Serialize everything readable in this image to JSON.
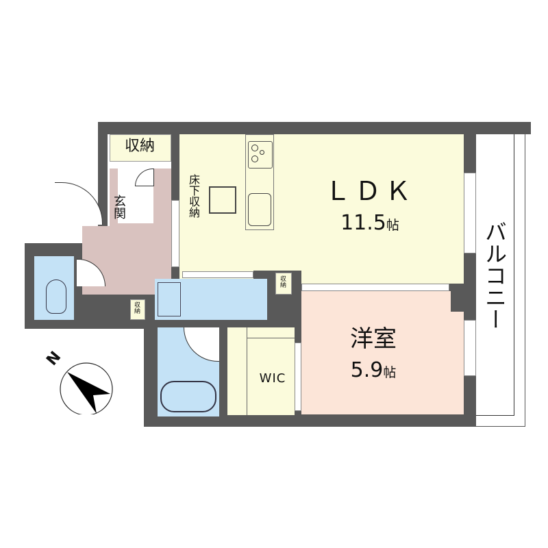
{
  "plan": {
    "rooms": {
      "ldk": {
        "name": "ＬＤＫ",
        "size": "11.5",
        "unit": "帖"
      },
      "yoshitsu": {
        "name": "洋室",
        "size": "5.9",
        "unit": "帖"
      },
      "genkan": {
        "name": "玄関"
      },
      "storage_top": {
        "name": "収納"
      },
      "underfloor": {
        "name": "床下収納"
      },
      "storage_small_1": {
        "name": "収納"
      },
      "storage_small_2": {
        "name": "収納"
      },
      "wic": {
        "name": "WIC"
      },
      "balcony": {
        "name": "バルコニー"
      }
    },
    "compass": {
      "label": "N"
    },
    "colors": {
      "wall": "#595959",
      "ldk": "#fbfbdc",
      "entrance": "#d9c2bf",
      "western_room": "#fce5d8",
      "wet_area": "#c4e2f6",
      "storage": "#fbfbdc"
    }
  }
}
